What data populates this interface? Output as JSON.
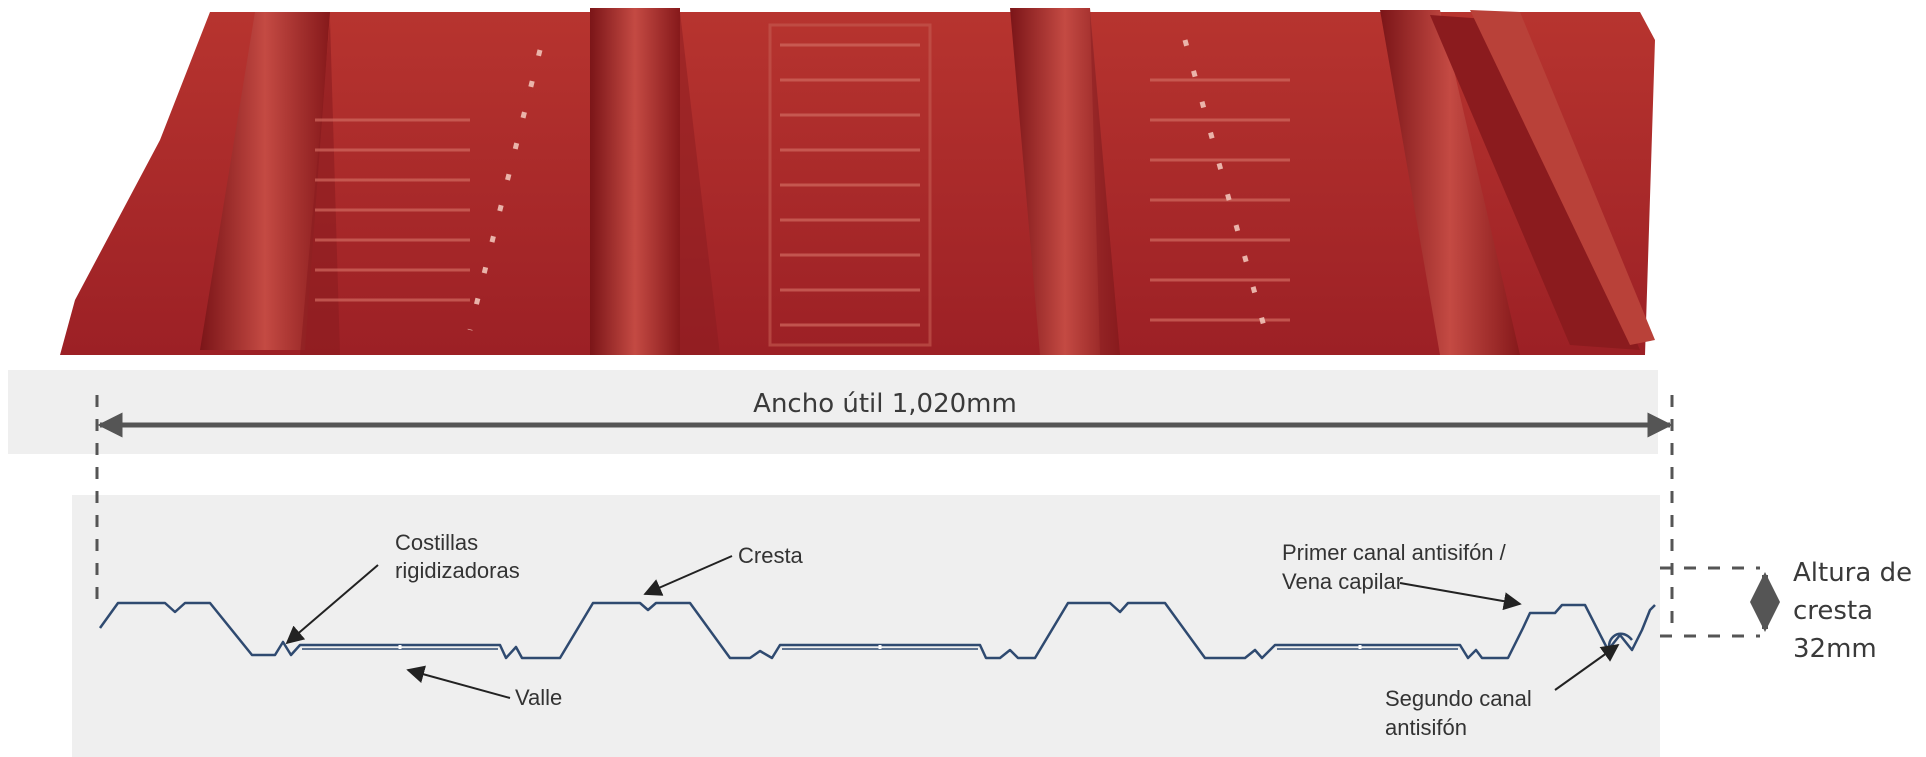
{
  "dimension": {
    "label": "Ancho útil 1,020mm"
  },
  "height": {
    "line1": "Altura de",
    "line2": "cresta",
    "line3": "32mm"
  },
  "callouts": {
    "costillas": {
      "line1": "Costillas",
      "line2": "rigidizadoras"
    },
    "cresta": {
      "text": "Cresta"
    },
    "valle": {
      "text": "Valle"
    },
    "primer": {
      "line1": "Primer canal antisifón /",
      "line2": "Vena capilar"
    },
    "segundo": {
      "line1": "Segundo canal",
      "line2": "antisifón"
    }
  },
  "colors": {
    "sheet": "#a8272a",
    "sheet_dark": "#7d1719",
    "profile": "#2f4a70",
    "arrow": "#555555",
    "panel": "#efefef"
  }
}
